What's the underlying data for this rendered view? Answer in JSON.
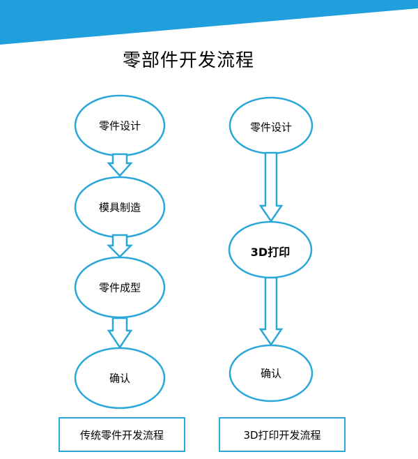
{
  "title": "零部件开发流程",
  "colors": {
    "accent": "#2aa7d9",
    "banner": "#1fa0dd",
    "text": "#000000",
    "background": "#ffffff"
  },
  "flows": [
    {
      "caption": "传统零件开发流程",
      "nodes": [
        {
          "label": "零件设计"
        },
        {
          "label": "模具制造"
        },
        {
          "label": "零件成型"
        },
        {
          "label": "确认"
        }
      ]
    },
    {
      "caption": "3D打印开发流程",
      "nodes": [
        {
          "label": "零件设计"
        },
        {
          "label": "3D打印"
        },
        {
          "label": "确认"
        }
      ]
    }
  ]
}
